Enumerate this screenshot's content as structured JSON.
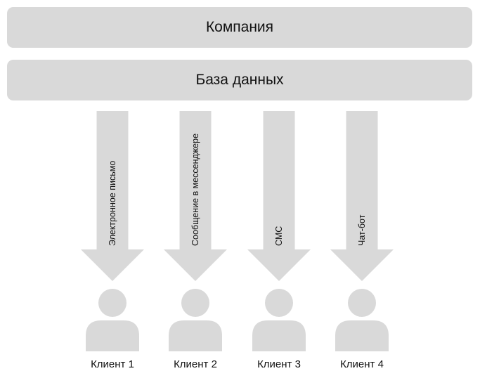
{
  "company": "Компания",
  "database": "База данных",
  "colors": {
    "shape": "#d9d9d9",
    "text": "#111111"
  },
  "channels": [
    {
      "label": "Электронное письмо",
      "client": "Клиент 1"
    },
    {
      "label": "Сообщение в мессенджере",
      "client": "Клиент 2"
    },
    {
      "label": "СМС",
      "client": "Клиент 3"
    },
    {
      "label": "Чат-бот",
      "client": "Клиент 4"
    }
  ]
}
